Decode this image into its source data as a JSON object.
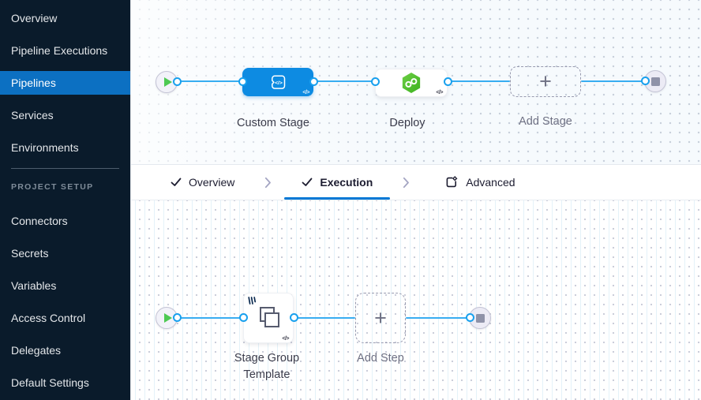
{
  "icons": {
    "plus": "+",
    "code": "</>"
  },
  "sidebar": {
    "active_item": "Pipelines",
    "items": [
      {
        "label": "Overview"
      },
      {
        "label": "Pipeline Executions"
      },
      {
        "label": "Pipelines"
      },
      {
        "label": "Services"
      },
      {
        "label": "Environments"
      }
    ],
    "section_title": "PROJECT SETUP",
    "section_items": [
      {
        "label": "Connectors"
      },
      {
        "label": "Secrets"
      },
      {
        "label": "Variables"
      },
      {
        "label": "Access Control"
      },
      {
        "label": "Delegates"
      },
      {
        "label": "Default Settings"
      }
    ]
  },
  "tabs": {
    "active_tab": "Execution",
    "overview_label": "Overview",
    "execution_label": "Execution",
    "advanced_label": "Advanced"
  },
  "stage_canvas": {
    "stages": [
      {
        "label": "Custom Stage",
        "type": "custom"
      },
      {
        "label": "Deploy",
        "type": "deploy"
      }
    ],
    "add_label": "Add Stage"
  },
  "execution_canvas": {
    "steps": [
      {
        "label": "Stage Group Template",
        "type": "stage-group-template"
      }
    ],
    "add_label": "Add Step"
  },
  "colors": {
    "accent_blue": "#0278D5",
    "sidebar_bg": "#0A1B2B",
    "sidebar_selected": "#0C70C2",
    "connector_blue": "#38ADF1",
    "stage_blue": "#0D8BE2",
    "play_green": "#4DC952",
    "deploy_green": "#4CC321"
  }
}
